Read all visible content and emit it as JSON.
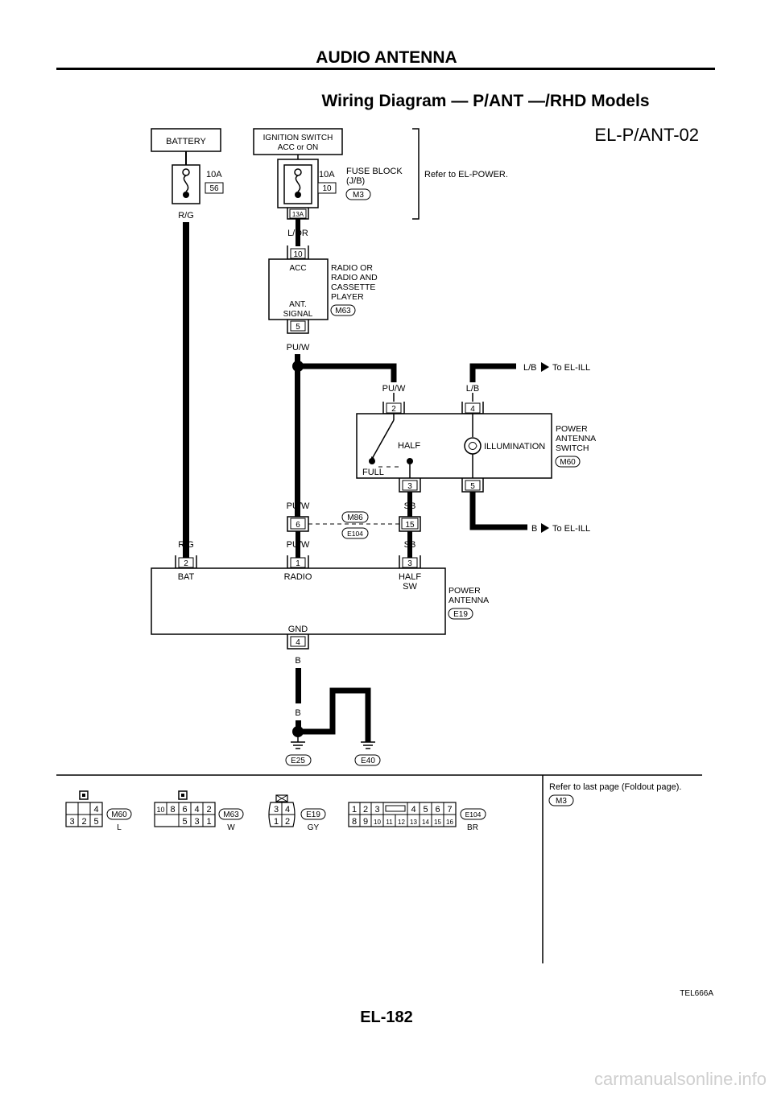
{
  "header": {
    "section_title": "AUDIO ANTENNA",
    "diagram_title": "Wiring Diagram — P/ANT —/RHD Models",
    "diagram_code": "EL-P/ANT-02",
    "figure_id": "TEL666A",
    "page_number": "EL-182"
  },
  "components": {
    "battery": "BATTERY",
    "fuse_56": {
      "rating": "10A",
      "number": "56"
    },
    "ignition_switch": {
      "line1": "IGNITION SWITCH",
      "line2": "ACC or ON"
    },
    "fuse_10": {
      "rating": "10A",
      "number": "10"
    },
    "fuse_block": {
      "line1": "FUSE BLOCK",
      "line2": "(J/B)",
      "connector": "M3"
    },
    "fuse_block_terminal": "13A",
    "refer_power": "Refer to EL-POWER.",
    "radio": {
      "name_lines": [
        "RADIO OR",
        "RADIO AND",
        "CASSETTE",
        "PLAYER"
      ],
      "connector": "M63",
      "acc_pin": "10",
      "acc_label": "ACC",
      "signal_label1": "ANT.",
      "signal_label2": "SIGNAL",
      "signal_pin": "5"
    },
    "switch": {
      "name_lines": [
        "POWER",
        "ANTENNA",
        "SWITCH"
      ],
      "connector": "M60",
      "pin_2": "2",
      "pin_4": "4",
      "pin_3": "3",
      "pin_5": "5",
      "half": "HALF",
      "full": "FULL",
      "illumination": "ILLUMINATION"
    },
    "joint": {
      "connector_top": "M86",
      "connector_bottom": "E104",
      "pin_left": "6",
      "pin_right": "15"
    },
    "antenna": {
      "name_lines": [
        "POWER",
        "ANTENNA"
      ],
      "connector": "E19",
      "pin_bat": "2",
      "label_bat": "BAT",
      "pin_radio": "1",
      "label_radio": "RADIO",
      "pin_half": "3",
      "label_half1": "HALF",
      "label_half2": "SW",
      "label_gnd": "GND",
      "pin_gnd": "4"
    },
    "grounds": [
      "E25",
      "E40"
    ]
  },
  "wires": {
    "rg_top": "R/G",
    "lor": "L/OR",
    "puw_radio": "PU/W",
    "puw_switch": "PU/W",
    "lb_switch": "L/B",
    "lb_ext": "L/B",
    "to_ill_1": "To EL-ILL",
    "b_switch": "B",
    "b_ext": "B",
    "to_ill_2": "To EL-ILL",
    "puw_joint": "PU/W",
    "sb_joint": "SB",
    "rg_bottom": "R/G",
    "puw_bottom": "PU/W",
    "sb_bottom": "SB",
    "b_gnd": "B",
    "b_g1": "B",
    "b_g2": "B",
    "b_g3": "B"
  },
  "connector_views": {
    "m60": {
      "id": "M60",
      "color": "L",
      "pins": [
        "4",
        "3",
        "2",
        "5"
      ]
    },
    "m63": {
      "id": "M63",
      "color": "W",
      "pins": [
        "10",
        "8",
        "6",
        "4",
        "2",
        "5",
        "3",
        "1"
      ]
    },
    "e19": {
      "id": "E19",
      "color": "GY",
      "pins": [
        "3",
        "4",
        "1",
        "2"
      ]
    },
    "e104": {
      "id": "E104",
      "color": "BR",
      "pins": [
        "1",
        "2",
        "3",
        "4",
        "5",
        "6",
        "7",
        "8",
        "9",
        "10",
        "11",
        "12",
        "13",
        "14",
        "15",
        "16"
      ]
    },
    "m3_note": "Refer to last page (Foldout page).",
    "m3_id": "M3"
  },
  "watermark": "carmanualsonline.info"
}
